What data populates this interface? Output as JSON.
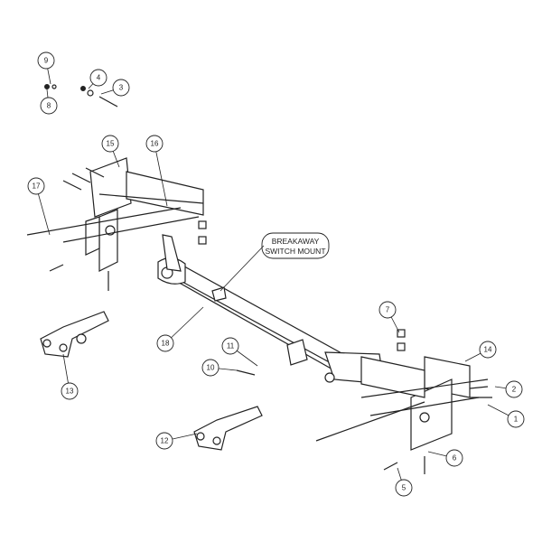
{
  "diagram": {
    "title": "Tow bar base plate exploded parts diagram",
    "callouts": [
      "1",
      "2",
      "3",
      "4",
      "5",
      "6",
      "7",
      "8",
      "9",
      "10",
      "11",
      "12",
      "13",
      "14",
      "15",
      "16",
      "17",
      "18"
    ],
    "label": {
      "line1": "BREAKAWAY",
      "line2": "SWITCH MOUNT"
    }
  }
}
